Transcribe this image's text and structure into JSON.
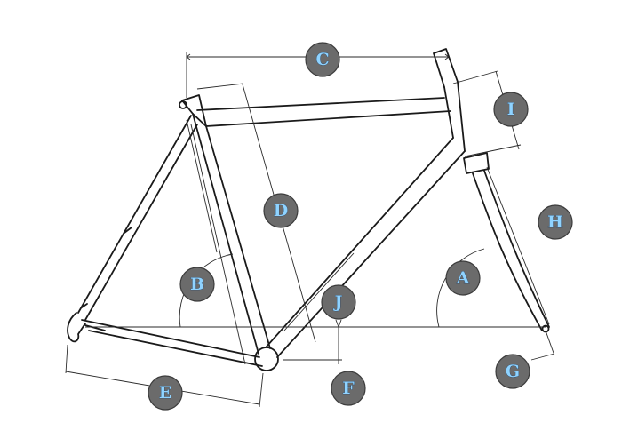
{
  "labels": {
    "A": "A",
    "B": "B",
    "C": "C",
    "D": "D",
    "E": "E",
    "F": "F",
    "G": "G",
    "H": "H",
    "I": "I",
    "J": "J"
  },
  "colors": {
    "badge_fill": "#6b6b6b",
    "badge_text": "#8fd3ff",
    "line": "#1a1a1a"
  }
}
